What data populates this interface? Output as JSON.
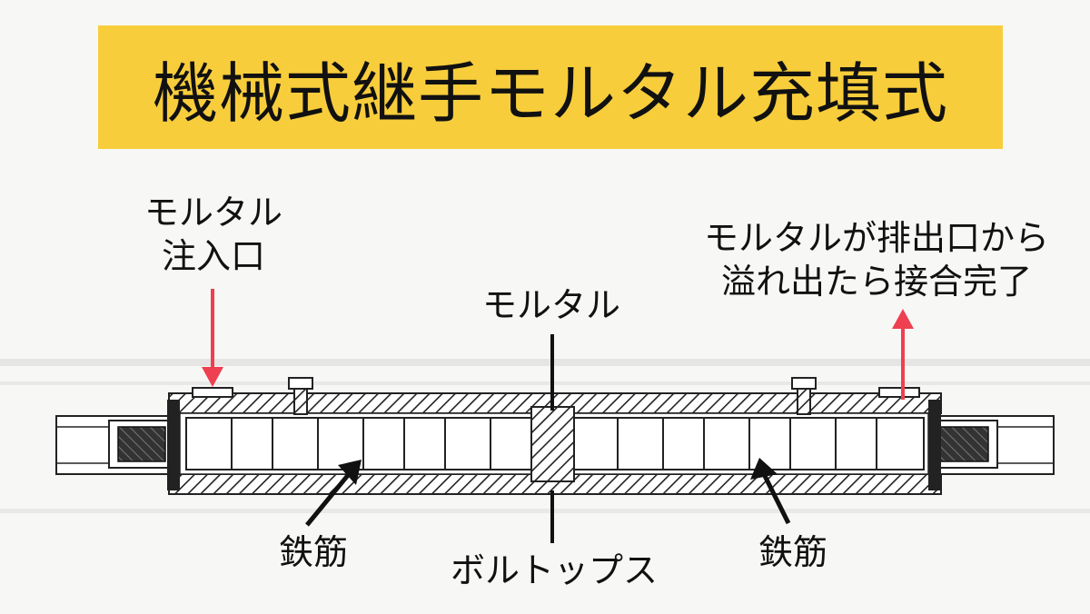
{
  "title": "機械式継手モルタル充填式",
  "labels": {
    "inlet_line1": "モルタル",
    "inlet_line2": "注入口",
    "outlet_line1": "モルタルが排出口から",
    "outlet_line2": "溢れ出たら接合完了",
    "mortar": "モルタル",
    "rebar_left": "鉄筋",
    "rebar_right": "鉄筋",
    "bolt_tops": "ボルトップス"
  },
  "colors": {
    "banner": "#f8cd3b",
    "red_arrow": "#ee4050",
    "ink": "#111111"
  }
}
